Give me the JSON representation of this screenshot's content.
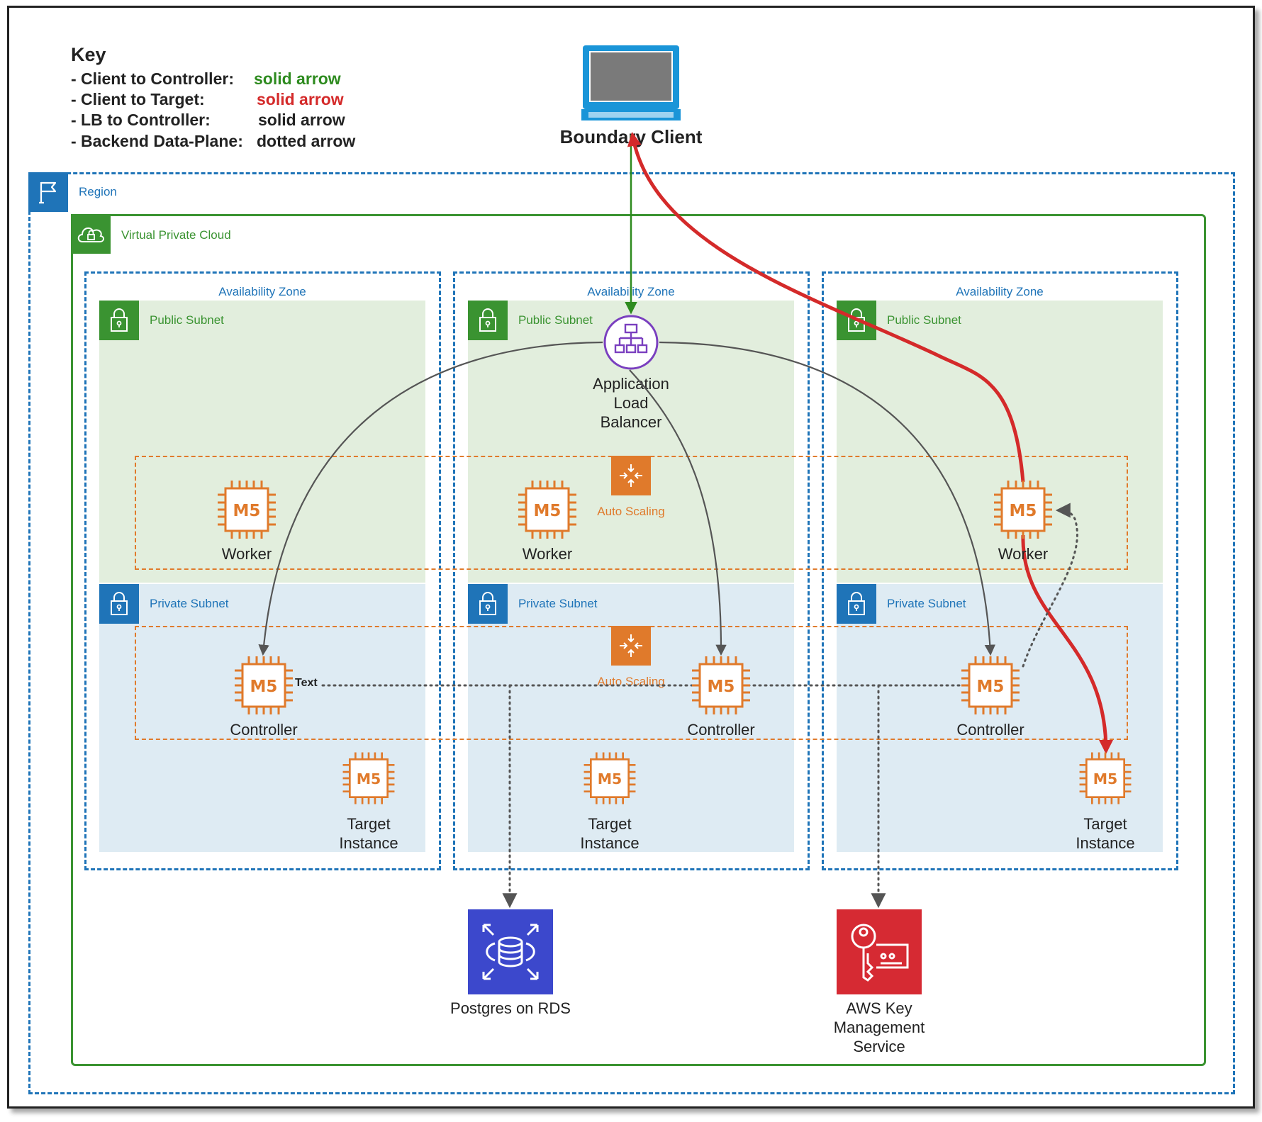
{
  "key": {
    "title": "Key",
    "rows": [
      {
        "label": "- Client to Controller:",
        "value": "solid arrow",
        "color": "#2e8b1f"
      },
      {
        "label": "- Client to Target:",
        "value": "solid arrow",
        "color": "#d42a2a"
      },
      {
        "label": "- LB to Controller:",
        "value": "solid arrow",
        "color": "#222222"
      },
      {
        "label": "- Backend Data-Plane:",
        "value": "dotted arrow",
        "color": "#222222"
      }
    ]
  },
  "client": {
    "label": "Boundary Client"
  },
  "region": {
    "label": "Region"
  },
  "vpc": {
    "label": "Virtual Private Cloud"
  },
  "zones": [
    {
      "label": "Availability Zone",
      "public_subnet": "Public Subnet",
      "private_subnet": "Private Subnet"
    },
    {
      "label": "Availability Zone",
      "public_subnet": "Public Subnet",
      "private_subnet": "Private Subnet"
    },
    {
      "label": "Availability Zone",
      "public_subnet": "Public Subnet",
      "private_subnet": "Private Subnet"
    }
  ],
  "load_balancer": {
    "label_lines": [
      "Application",
      "Load",
      "Balancer"
    ]
  },
  "auto_scaling": {
    "worker_label": "Auto Scaling",
    "controller_label": "Auto Scaling"
  },
  "instance_type": "M5",
  "workers": [
    {
      "label": "Worker"
    },
    {
      "label": "Worker"
    },
    {
      "label": "Worker"
    }
  ],
  "controllers": [
    {
      "label": "Controller"
    },
    {
      "label": "Controller"
    },
    {
      "label": "Controller"
    }
  ],
  "targets": [
    {
      "label_lines": [
        "Target",
        "Instance"
      ]
    },
    {
      "label_lines": [
        "Target",
        "Instance"
      ]
    },
    {
      "label_lines": [
        "Target",
        "Instance"
      ]
    }
  ],
  "stray_text": "Text",
  "rds": {
    "label": "Postgres on RDS"
  },
  "kms": {
    "label_lines": [
      "AWS Key",
      "Management",
      "Service"
    ]
  },
  "colors": {
    "aws_blue": "#1f74b8",
    "vpc_green": "#3a9331",
    "ec2_orange": "#e07a2b",
    "client_to_target_red": "#d42a2a",
    "client_to_controller_green": "#2e8b1f",
    "lb_purple": "#7a3fbf",
    "rds_blue": "#3c48cc",
    "kms_red": "#d62a33"
  },
  "icons": [
    "region-flag-icon",
    "vpc-cloud-icon",
    "lock-icon",
    "laptop-icon",
    "load-balancer-icon",
    "auto-scaling-icon",
    "ec2-m5-icon",
    "rds-database-icon",
    "kms-key-icon"
  ]
}
